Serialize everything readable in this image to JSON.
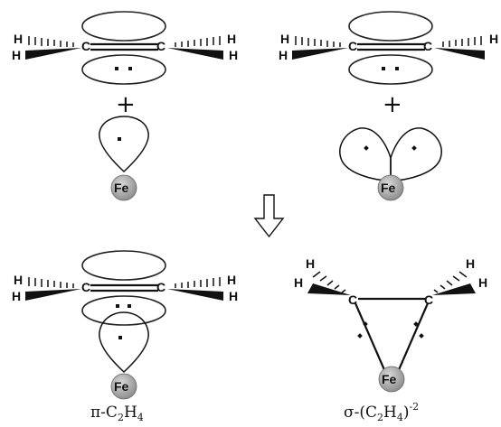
{
  "panels": {
    "top_left": {
      "carbon1": "C",
      "carbon2": "C",
      "h": "H",
      "plus": "+",
      "metal": "Fe"
    },
    "top_right": {
      "carbon1": "C",
      "carbon2": "C",
      "h": "H",
      "plus": "+",
      "metal": "Fe"
    },
    "bottom_left": {
      "carbon1": "C",
      "carbon2": "C",
      "h": "H",
      "metal": "Fe",
      "caption_prefix": "π-C",
      "caption_sub1": "2",
      "caption_mid": "H",
      "caption_sub2": "4"
    },
    "bottom_right": {
      "carbon1": "C",
      "carbon2": "C",
      "h": "H",
      "metal": "Fe",
      "caption_prefix": "σ-(C",
      "caption_sub1": "2",
      "caption_mid": "H",
      "caption_sub2": "4",
      "caption_close": ")",
      "caption_sup": "-2"
    }
  },
  "colors": {
    "lobe_dark": "#2a2a2a",
    "lobe_light": "#f2f2f2",
    "fe_fill": "#9a9a9a",
    "arrow": "#ffffff"
  }
}
